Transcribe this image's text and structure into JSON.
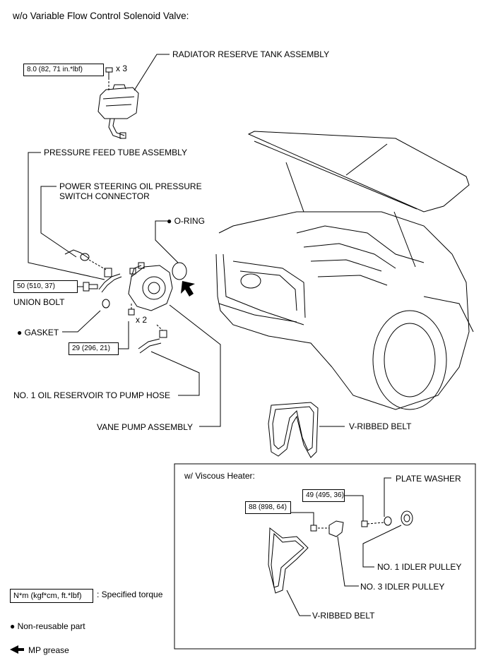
{
  "title": "w/o Variable Flow Control Solenoid Valve:",
  "labels": {
    "radiator_tank": "RADIATOR RESERVE TANK ASSEMBLY",
    "pressure_feed": "PRESSURE FEED TUBE ASSEMBLY",
    "ps_switch_1": "POWER STEERING OIL PRESSURE",
    "ps_switch_2": "SWITCH CONNECTOR",
    "o_ring": "● O-RING",
    "union_bolt": "UNION BOLT",
    "gasket": "● GASKET",
    "oil_hose": "NO. 1 OIL RESERVOIR TO PUMP HOSE",
    "vane_pump": "VANE PUMP ASSEMBLY",
    "v_belt": "V-RIBBED BELT"
  },
  "multipliers": {
    "tank_bolts": "x 3",
    "pump_nuts": "x 2"
  },
  "torques": {
    "tank": "8.0 (82, 71 in.*lbf)",
    "union_bolt": "50 (510, 37)",
    "pump": "29 (296, 21)",
    "plate_washer": "49 (495, 36)",
    "idler3": "88 (898, 64)"
  },
  "inset": {
    "title": "w/ Viscous Heater:",
    "plate_washer": "PLATE WASHER",
    "idler1": "NO. 1 IDLER PULLEY",
    "idler3": "NO. 3 IDLER PULLEY",
    "v_belt": "V-RIBBED BELT"
  },
  "legend": {
    "unit": "N*m (kgf*cm, ft.*lbf)",
    "unit_desc": ": Specified torque",
    "non_reusable": "● Non-reusable part",
    "grease": "MP grease"
  }
}
